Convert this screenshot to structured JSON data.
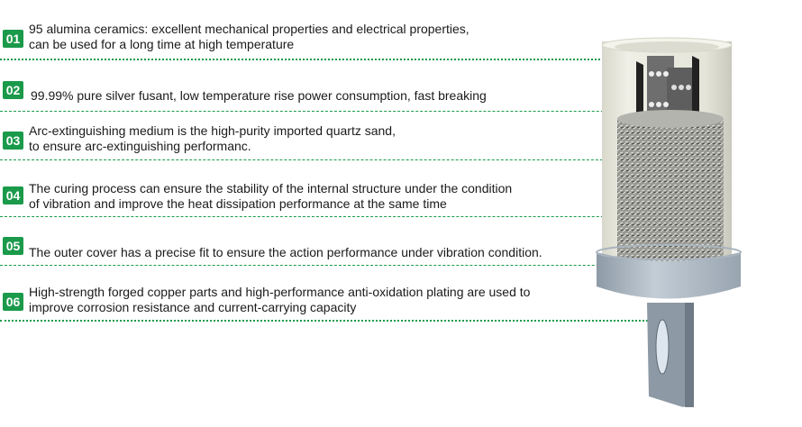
{
  "features": [
    {
      "number": "01",
      "lines": [
        "95 alumina ceramics: excellent mechanical properties and electrical properties,",
        "can be used for a long time at high temperature"
      ]
    },
    {
      "number": "02",
      "lines": [
        "99.99% pure silver fusant, low temperature rise power consumption, fast breaking"
      ]
    },
    {
      "number": "03",
      "lines": [
        "Arc-extinguishing medium is the high-purity imported quartz sand,",
        "to ensure arc-extinguishing performanc."
      ]
    },
    {
      "number": "04",
      "lines": [
        "The curing process can ensure the stability of the internal structure under the condition",
        "of vibration and improve the heat dissipation performance at the same time"
      ]
    },
    {
      "number": "05",
      "lines": [
        "The outer cover has a precise fit to ensure the action performance under vibration condition."
      ]
    },
    {
      "number": "06",
      "lines": [
        "High-strength forged copper parts and high-performance anti-oxidation plating are used to",
        "improve corrosion resistance and current-carrying capacity"
      ]
    }
  ],
  "colors": {
    "accent": "#1a9a4a"
  }
}
